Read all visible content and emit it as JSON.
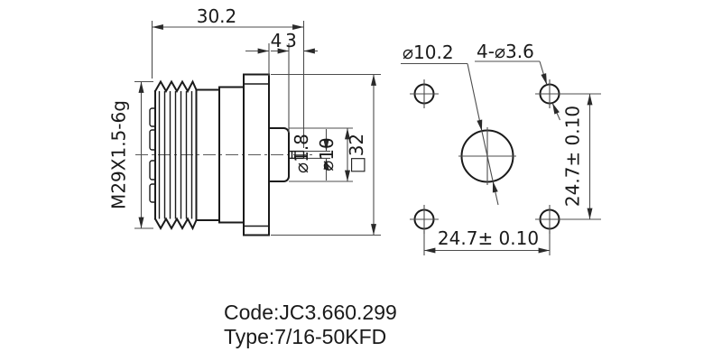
{
  "colors": {
    "line": "#1a1a1a",
    "dimension_line": "#4d4d4d",
    "background": "#ffffff"
  },
  "side_view": {
    "total_length": "30.2",
    "flange_offset": "4",
    "pin_length": "3",
    "thread_spec": "M29X1.5-6g",
    "pin_diameter": "⌀1.8",
    "barrel_diameter": "⌀10",
    "flange_square_size": "□32"
  },
  "front_view": {
    "center_hole_diameter": "⌀10.2",
    "mounting_holes": "4-⌀3.6",
    "hole_spacing_horizontal": "24.7± 0.10",
    "hole_spacing_vertical": "24.7± 0.10"
  },
  "footer": {
    "code": "Code:JC3.660.299",
    "type": "Type:7/16-50KFD"
  }
}
